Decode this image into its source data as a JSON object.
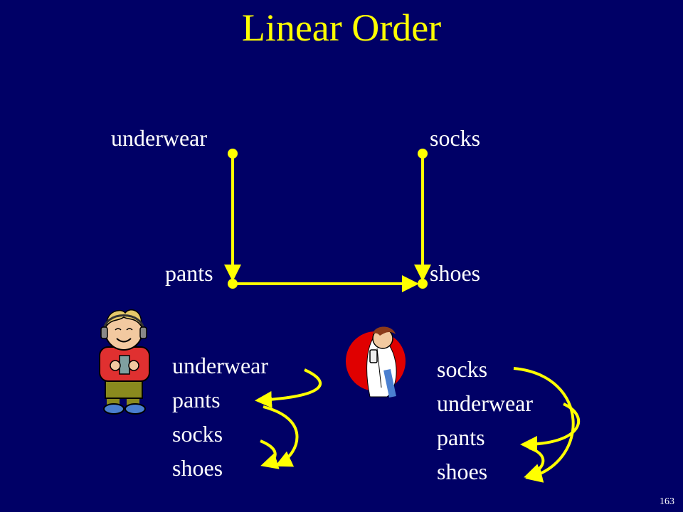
{
  "title": "Linear Order",
  "graph": {
    "nodes": {
      "underwear": "underwear",
      "socks": "socks",
      "pants": "pants",
      "shoes": "shoes"
    },
    "edges": [
      [
        "underwear",
        "pants"
      ],
      [
        "socks",
        "shoes"
      ],
      [
        "pants",
        "shoes"
      ]
    ]
  },
  "orders": [
    {
      "items": [
        "underwear",
        "pants",
        "socks",
        "shoes"
      ]
    },
    {
      "items": [
        "socks",
        "underwear",
        "pants",
        "shoes"
      ]
    }
  ],
  "page_number": "163",
  "colors": {
    "background": "#000066",
    "accent": "#ffff00",
    "text": "#ffffff"
  }
}
